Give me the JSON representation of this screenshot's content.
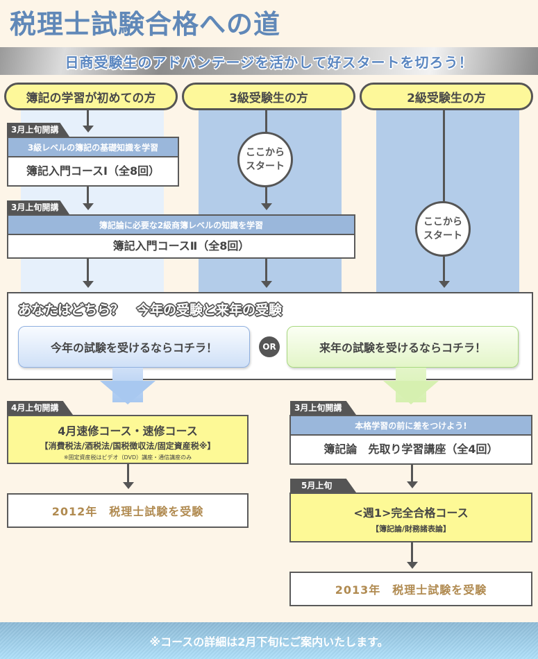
{
  "title": "税理士試験合格への道",
  "banner": "日商受験生のアドバンテージを活かして好スタートを切ろう！",
  "columns": [
    {
      "label": "簿記の学習が初めての方"
    },
    {
      "label": "3級受験生の方"
    },
    {
      "label": "2級受験生の方"
    }
  ],
  "start_here": {
    "line1": "ここから",
    "line2": "スタート"
  },
  "intro1": {
    "tag": "3月上旬開講",
    "sub": "3級レベルの簿記の基礎知識を学習",
    "main": "簿記入門コースⅠ（全8回）"
  },
  "intro2": {
    "tag": "3月上旬開講",
    "sub": "簿記論に必要な2級商簿レベルの知識を学習",
    "main": "簿記入門コースⅡ（全8回）"
  },
  "choice": {
    "title": "あなたはどちら？　今年の受験と来年の受験",
    "this_year": "今年の試験を受けるならコチラ！",
    "or": "OR",
    "next_year": "来年の試験を受けるならコチラ！"
  },
  "left_path": {
    "tag": "4月上旬開講",
    "main": "4月速修コース・速修コース",
    "subjects": "【消費税法/酒税法/国税徴収法/固定資産税※】",
    "note": "※固定資産税はビデオ（DVD）講座・通信講座のみ",
    "result": "2012年　税理士試験を受験"
  },
  "right_path": {
    "pre": {
      "tag": "3月上旬開講",
      "sub": "本格学習の前に差をつけよう!",
      "main": "簿記論　先取り学習講座（全4回）"
    },
    "course": {
      "tag": "5月上旬",
      "main": "<週1>完全合格コース",
      "subjects": "【簿記論/財務諸表論】"
    },
    "result": "2013年　税理士試験を受験"
  },
  "footer": "※コースの詳細は2月下旬にご案内いたします。",
  "colors": {
    "title": "#6088b8",
    "pill": "#fdf89a",
    "sub_header": "#9ab7db",
    "course_box": "#fdf996",
    "result_text": "#b08a50",
    "arrow_this_year": "#a8c8f0",
    "arrow_next_year": "#d6f0b0"
  }
}
